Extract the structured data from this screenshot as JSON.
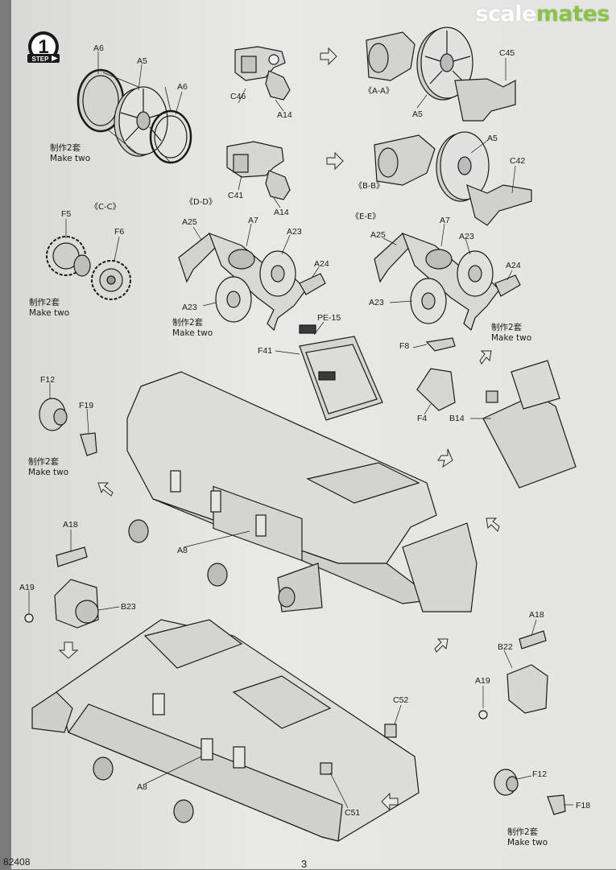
{
  "watermark": {
    "scale": "scale",
    "mates": "mates"
  },
  "step": {
    "number": "1",
    "word": "STEP"
  },
  "labels": {
    "a6_top": "A6",
    "a5_top": "A5",
    "a6_right": "A6",
    "c46": "C46",
    "a14_top": "A14",
    "c41": "C41",
    "a14_mid": "A14",
    "c45": "C45",
    "a5_aa": "A5",
    "a5_bb": "A5",
    "c42": "C42",
    "f5": "F5",
    "f6": "F6",
    "a25_left": "A25",
    "a7_left": "A7",
    "a23_left_top": "A23",
    "a24_left": "A24",
    "a23_left_bot": "A23",
    "a25_right": "A25",
    "a7_right": "A7",
    "a23_right_top": "A23",
    "a24_right": "A24",
    "a23_right_bot": "A23",
    "pe15": "PE-15",
    "f41": "F41",
    "f8": "F8",
    "f4": "F4",
    "b14": "B14",
    "f12_top": "F12",
    "f19": "F19",
    "a18_left": "A18",
    "a19_left": "A19",
    "b23": "B23",
    "a8_upper": "A8",
    "a18_right": "A18",
    "b22": "B22",
    "a19_right": "A19",
    "c52": "C52",
    "a8_lower": "A8",
    "c51": "C51",
    "f12_bottom": "F12",
    "f18": "F18"
  },
  "views": {
    "aa": "《A-A》",
    "bb": "《B-B》",
    "cc": "《C-C》",
    "dd": "《D-D》",
    "ee": "《E-E》"
  },
  "make_two": {
    "cn": "制作2套",
    "en": "Make two"
  },
  "footer": {
    "code": "82408",
    "page": "3"
  }
}
